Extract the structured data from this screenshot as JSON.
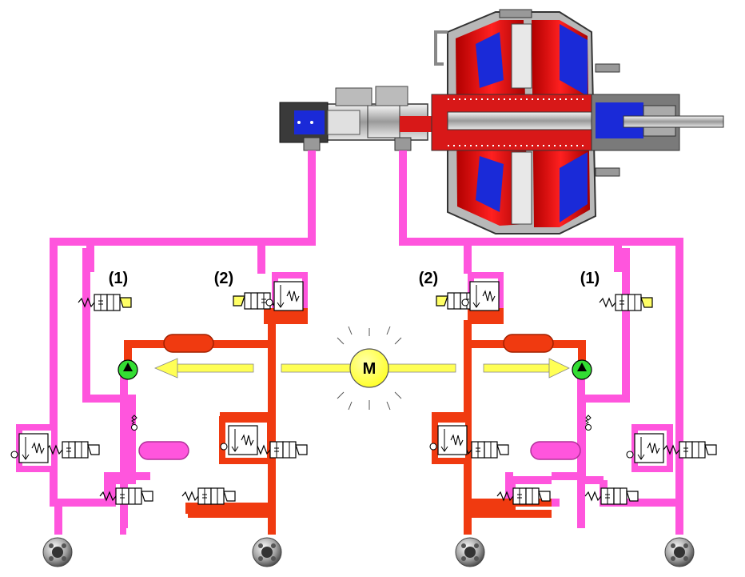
{
  "colors": {
    "low_pressure_line": "#ff55dd",
    "high_pressure_line": "#f03a10",
    "booster_red": "#d81818",
    "booster_blue": "#1a2ad8",
    "booster_grey": "#c8c8c8",
    "motor_yellow": "#ffff33",
    "arrow_yellow": "#ffff55",
    "pump_green": "#33dd33",
    "valve_yellow": "#ffff66"
  },
  "motor": {
    "label": "M"
  },
  "circuits": [
    {
      "side": "left",
      "valve_labels": {
        "inlet": "(1)",
        "switch": "(2)"
      }
    },
    {
      "side": "right",
      "valve_labels": {
        "inlet": "(1)",
        "switch": "(2)"
      }
    }
  ],
  "wheels": [
    {
      "icon": "wheel-brake-icon",
      "line": "low_pressure"
    },
    {
      "icon": "wheel-brake-icon",
      "line": "high_pressure"
    },
    {
      "icon": "wheel-brake-icon",
      "line": "high_pressure"
    },
    {
      "icon": "wheel-brake-icon",
      "line": "low_pressure"
    }
  ]
}
